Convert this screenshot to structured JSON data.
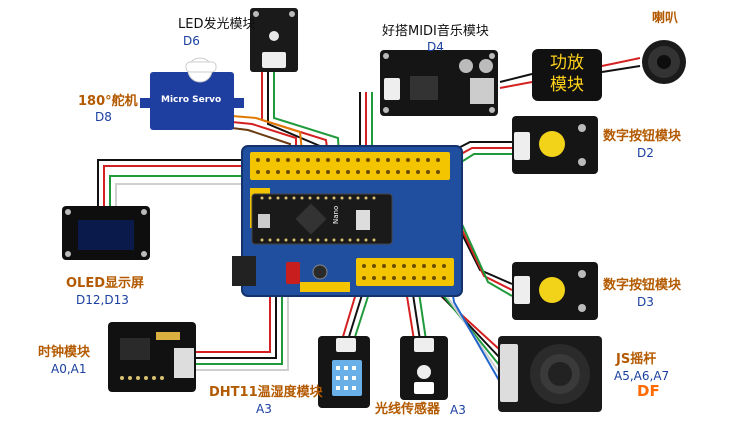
{
  "modules": {
    "led": {
      "name": "LED发光模块",
      "pin": "D6"
    },
    "servo": {
      "name": "180°舵机",
      "pin": "D8",
      "body_label": "Micro Servo"
    },
    "oled": {
      "name": "OLED显示屏",
      "pin": "D12,D13"
    },
    "clock": {
      "name": "时钟模块",
      "pin": "A0,A1"
    },
    "dht11": {
      "name": "DHT11温湿度模块",
      "pin": "A3"
    },
    "light": {
      "name": "光线传感器",
      "pin": "A3"
    },
    "joystick": {
      "name": "JS摇杆",
      "pin": "A5,A6,A7"
    },
    "button1": {
      "name": "数字按钮模块",
      "pin": "D2"
    },
    "button2": {
      "name": "数字按钮模块",
      "pin": "D3"
    },
    "midi": {
      "name": "好搭MIDI音乐模块",
      "pin": "D4"
    },
    "amplifier": {
      "line1": "功放",
      "line2": "模块"
    },
    "speaker": {
      "name": "喇叭"
    }
  },
  "board": {
    "label": "Nano"
  },
  "watermark": "DF",
  "colors": {
    "wire_red": "#d42020",
    "wire_black": "#111111",
    "wire_green": "#1f9a3a",
    "wire_white": "#cfcfcf",
    "board_blue": "#1f4f9e",
    "header_yellow": "#f2c500",
    "label_orange": "#b35a00",
    "label_blue": "#1a3fa0",
    "amp_text": "#ffd21a",
    "df_orange": "#ff6a00"
  }
}
